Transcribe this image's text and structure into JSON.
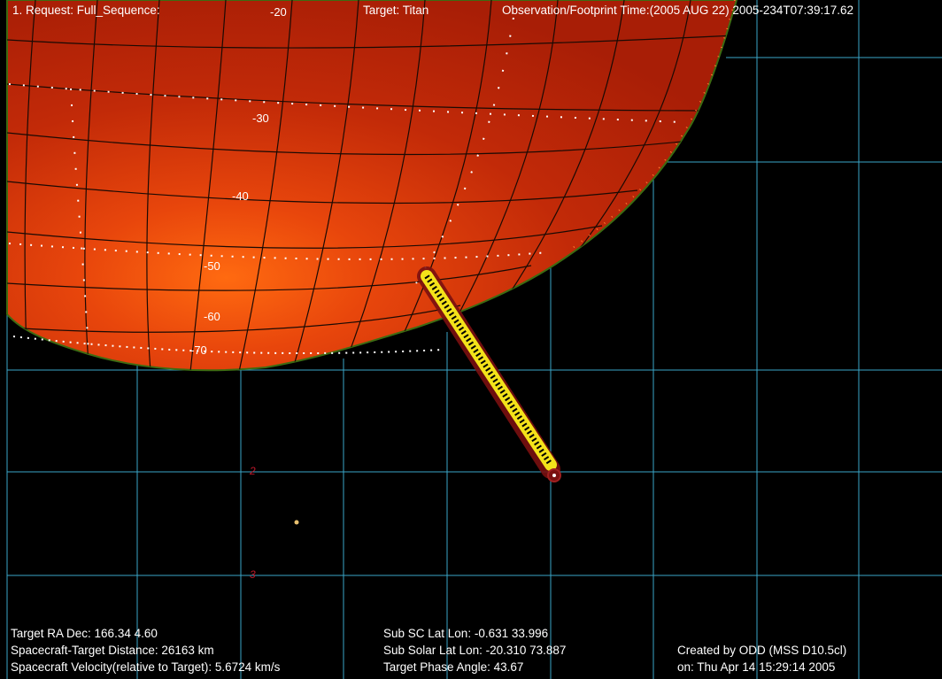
{
  "header": {
    "request": "1. Request: Full_Sequence:",
    "target": "Target: Titan",
    "observation_time": "Observation/Footprint Time:(2005 AUG 22) 2005-234T07:39:17.62"
  },
  "latitude_labels": [
    "-20",
    "-30",
    "-40",
    "-50",
    "-60",
    "-70"
  ],
  "ra_grid_labels": [
    "2",
    "3"
  ],
  "footer": {
    "target_ra_dec": "Target RA Dec: 166.34   4.60",
    "sc_target_distance": "Spacecraft-Target Distance:   26163 km",
    "sc_velocity": "Spacecraft Velocity(relative to Target): 5.6724 km/s",
    "sub_sc_lat_lon": "Sub SC Lat Lon: -0.631  33.996",
    "sub_solar_lat_lon": "Sub Solar Lat Lon: -20.310  73.887",
    "phase_angle": "Target Phase Angle: 43.67",
    "created_by": "Created by ODD (MSS D10.5cl)",
    "created_on": "on: Thu Apr 14 15:29:14 2005"
  },
  "colors": {
    "planet_base": "#c22a08",
    "planet_highlight": "#ff6a10",
    "sky_grid": "#3aa6c8",
    "footprint": "#f4e21a",
    "footprint_shadow": "#7a1010",
    "ra_label": "#c0182a"
  },
  "icons": {
    "footprint": "footprint-strip-icon",
    "star": "star-dot-icon",
    "boresight": "boresight-marker-icon"
  }
}
